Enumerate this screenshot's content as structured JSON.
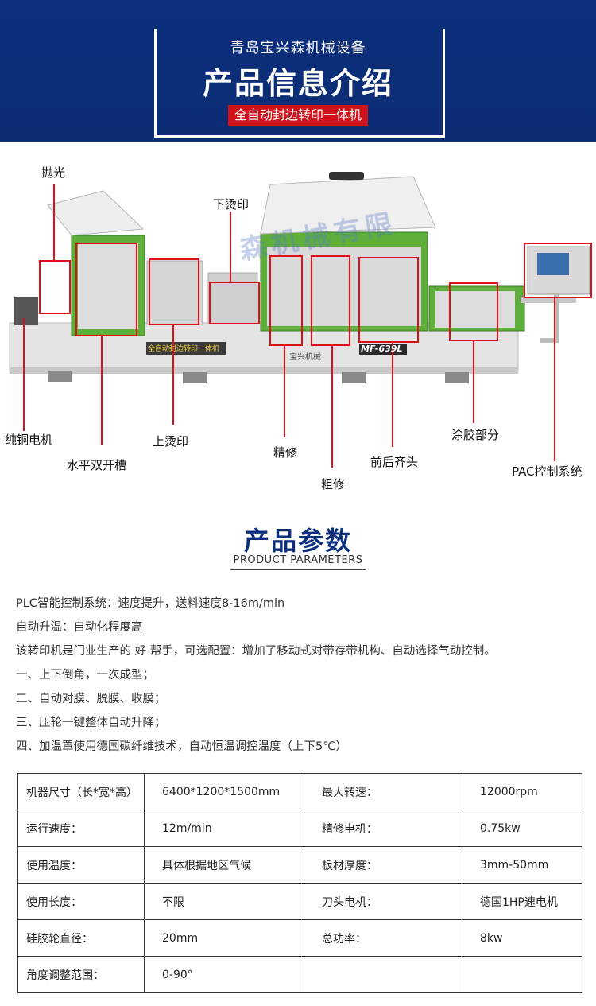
{
  "header": {
    "company": "青岛宝兴森机械设备",
    "title": "产品信息介绍",
    "subtitle": "全自动封边转印一体机"
  },
  "machine": {
    "model_label": "MF-639L",
    "brand_label": "宝兴机械",
    "front_label": "全自动封边转印一体机",
    "watermark": "森机械有限",
    "callouts": {
      "polish": "抛光",
      "lower_stamp": "下烫印",
      "copper_motor": "纯铜电机",
      "double_groove": "水平双开槽",
      "upper_stamp": "上烫印",
      "fine_trim": "精修",
      "rough_trim": "粗修",
      "end_cut": "前后齐头",
      "glue": "涂胶部分",
      "pac": "PAC控制系统"
    },
    "colors": {
      "green": "#5fae3c",
      "body": "#e6e6e6",
      "red": "#e0101b"
    }
  },
  "params_section": {
    "title": "产品参数",
    "subtitle": "PRODUCT PARAMETERS",
    "lines": [
      "PLC智能控制系统：速度提升，送料速度8-16m/min",
      "自动升温：自动化程度高",
      "该转印机是门业生产的  好  帮手，可选配置：增加了移动式对带存带机构、自动选择气动控制。",
      "一、上下倒角，一次成型；",
      "二、自动对膜、脱膜、收膜；",
      "三、压轮一键整体自动升降；",
      "四、加温罩使用德国碳纤维技术，自动恒温调控温度（上下5℃）"
    ]
  },
  "table": {
    "rows": [
      [
        "机器尺寸（长*宽*高）",
        "6400*1200*1500mm",
        "最大转速：",
        "12000rpm"
      ],
      [
        "运行速度：",
        "12m/min",
        "精修电机：",
        "0.75kw"
      ],
      [
        "使用温度：",
        "具体根据地区气候",
        "板材厚度：",
        "3mm-50mm"
      ],
      [
        "使用长度：",
        "不限",
        "刀头电机：",
        "德国1HP速电机"
      ],
      [
        "硅胶轮直径：",
        "20mm",
        "总功率：",
        "8kw"
      ],
      [
        "角度调整范围：",
        "0-90°",
        "",
        ""
      ]
    ]
  }
}
